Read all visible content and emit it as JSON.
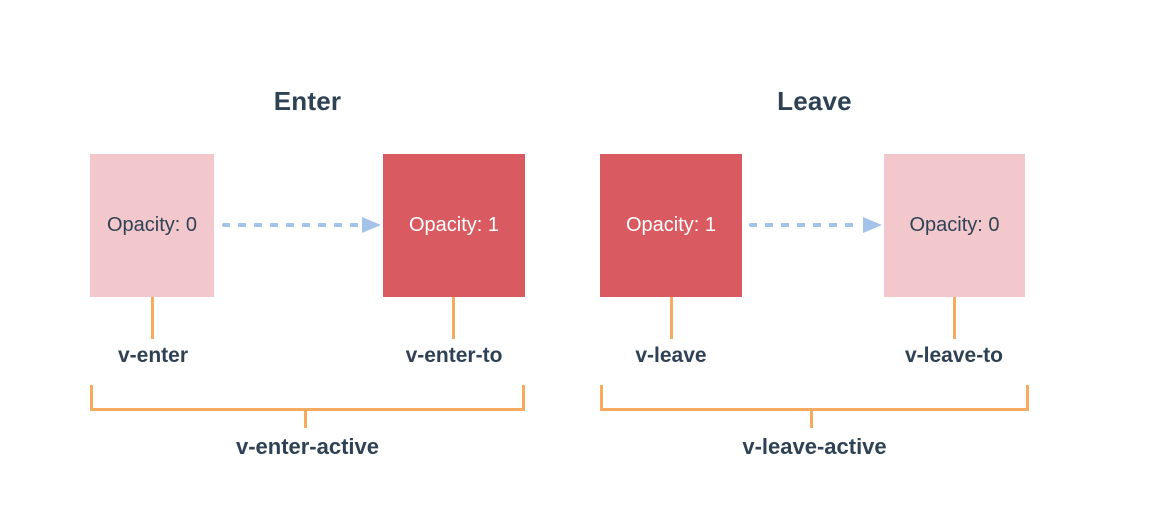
{
  "diagram": {
    "subject": "transition-classes",
    "colors": {
      "faded_box": "#f3c8cc",
      "solid_box": "#d95b61",
      "accent_orange": "#f6ab61",
      "arrow_blue": "#a3c4e8",
      "text_navy": "#2f4255",
      "background": "#ffffff"
    },
    "sections": [
      {
        "title": "Enter",
        "start_box": {
          "label": "Opacity: 0",
          "state": "faded"
        },
        "end_box": {
          "label": "Opacity: 1",
          "state": "solid"
        },
        "arrow_icon": "dashed-right-arrow",
        "start_class": "v-enter",
        "end_class": "v-enter-to",
        "active_class": "v-enter-active"
      },
      {
        "title": "Leave",
        "start_box": {
          "label": "Opacity: 1",
          "state": "solid"
        },
        "end_box": {
          "label": "Opacity: 0",
          "state": "faded"
        },
        "arrow_icon": "dashed-right-arrow",
        "start_class": "v-leave",
        "end_class": "v-leave-to",
        "active_class": "v-leave-active"
      }
    ]
  }
}
